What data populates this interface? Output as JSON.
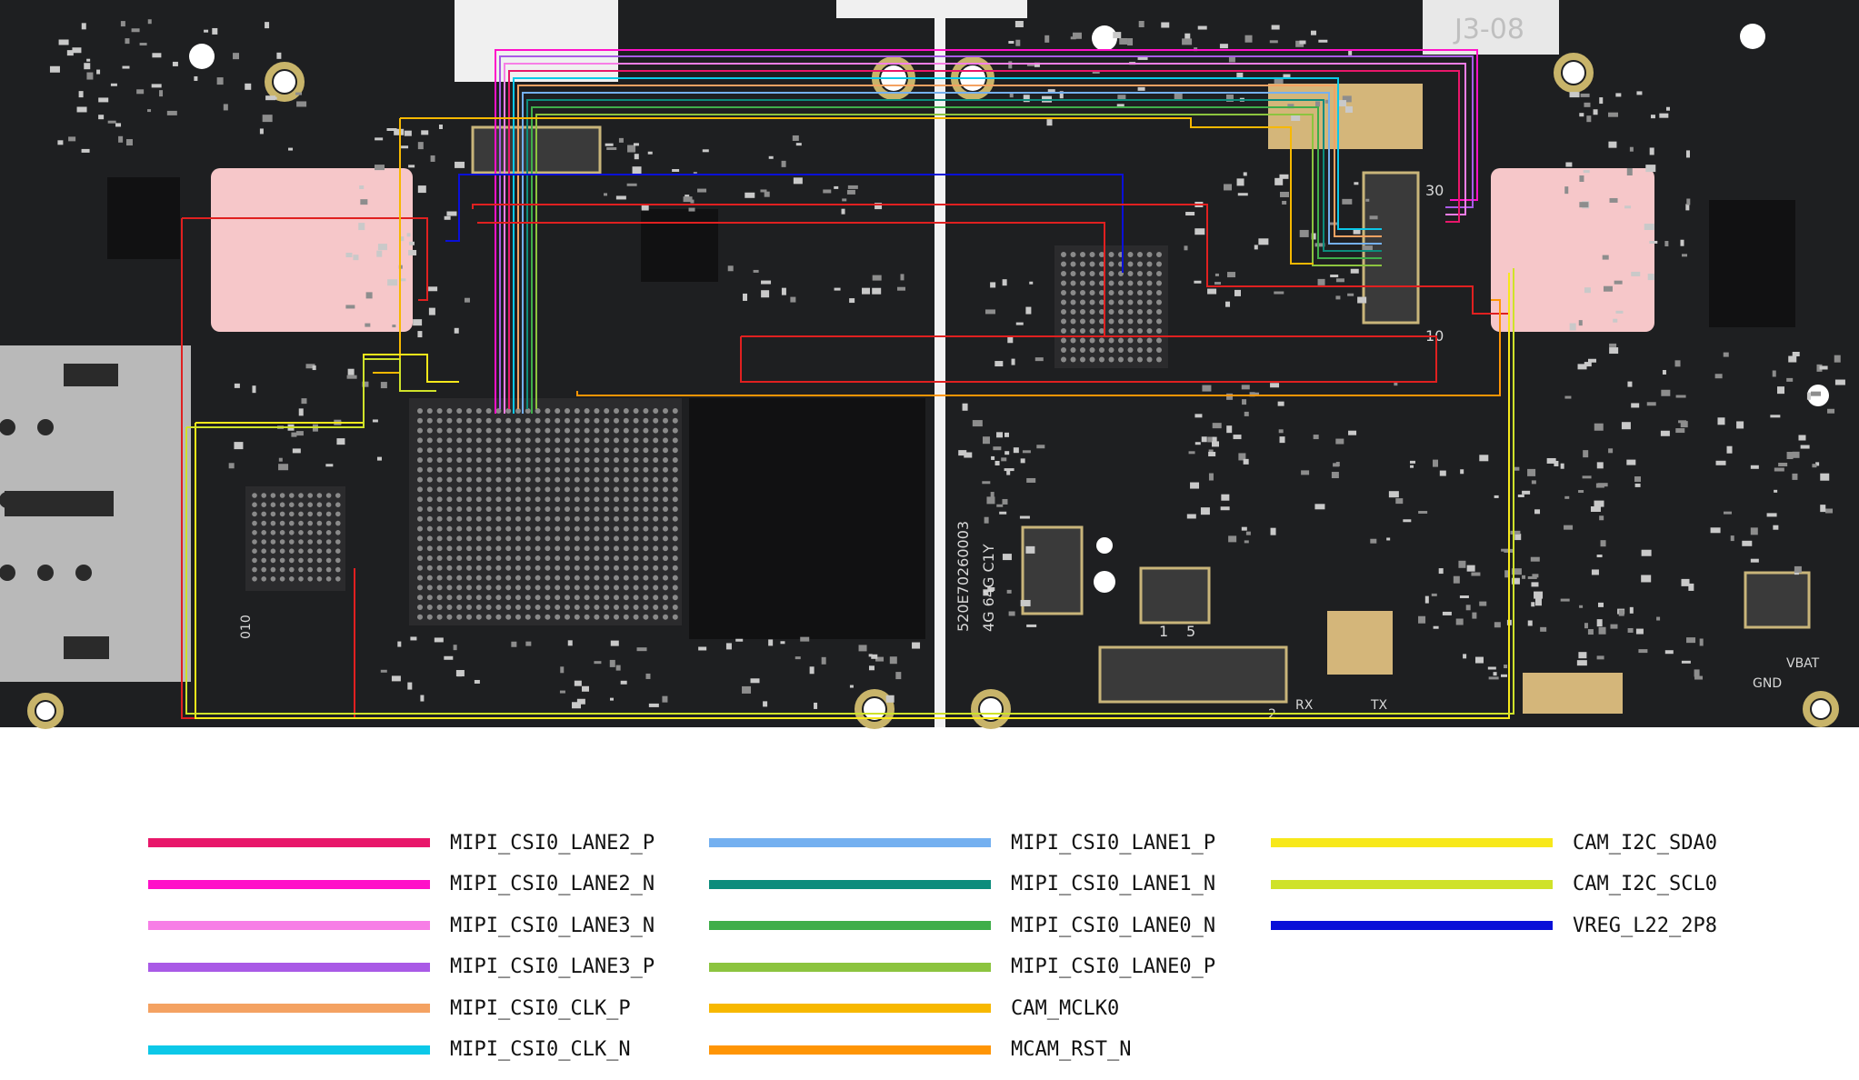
{
  "board": {
    "silkscreen": [
      "J3-08",
      "30",
      "10",
      "1",
      "5",
      "2",
      "RX",
      "TX",
      "GND",
      "VBAT",
      "010",
      "520E70260003",
      "4G 64G C1Y"
    ]
  },
  "legend": [
    {
      "label": "MIPI_CSI0_LANE2_P",
      "color": "#e8176a"
    },
    {
      "label": "MIPI_CSI0_LANE2_N",
      "color": "#ff10c8"
    },
    {
      "label": "MIPI_CSI0_LANE3_N",
      "color": "#f77ee6"
    },
    {
      "label": "MIPI_CSI0_LANE3_P",
      "color": "#a95ae6"
    },
    {
      "label": "MIPI_CSI0_CLK_P",
      "color": "#f4a262"
    },
    {
      "label": "MIPI_CSI0_CLK_N",
      "color": "#0cc8e8"
    },
    {
      "label": "MIPI_CSI0_LANE1_P",
      "color": "#74b0f0"
    },
    {
      "label": "MIPI_CSI0_LANE1_N",
      "color": "#0c8c7c"
    },
    {
      "label": "MIPI_CSI0_LANE0_N",
      "color": "#3fae4a"
    },
    {
      "label": "MIPI_CSI0_LANE0_P",
      "color": "#8cc43f"
    },
    {
      "label": "CAM_MCLK0",
      "color": "#f7b800"
    },
    {
      "label": "MCAM_RST_N",
      "color": "#ff9505"
    },
    {
      "label": "CAM_I2C_SDA0",
      "color": "#f7e81a"
    },
    {
      "label": "CAM_I2C_SCL0",
      "color": "#cfe22a"
    },
    {
      "label": "VREG_L22_2P8",
      "color": "#0a10d8"
    }
  ]
}
